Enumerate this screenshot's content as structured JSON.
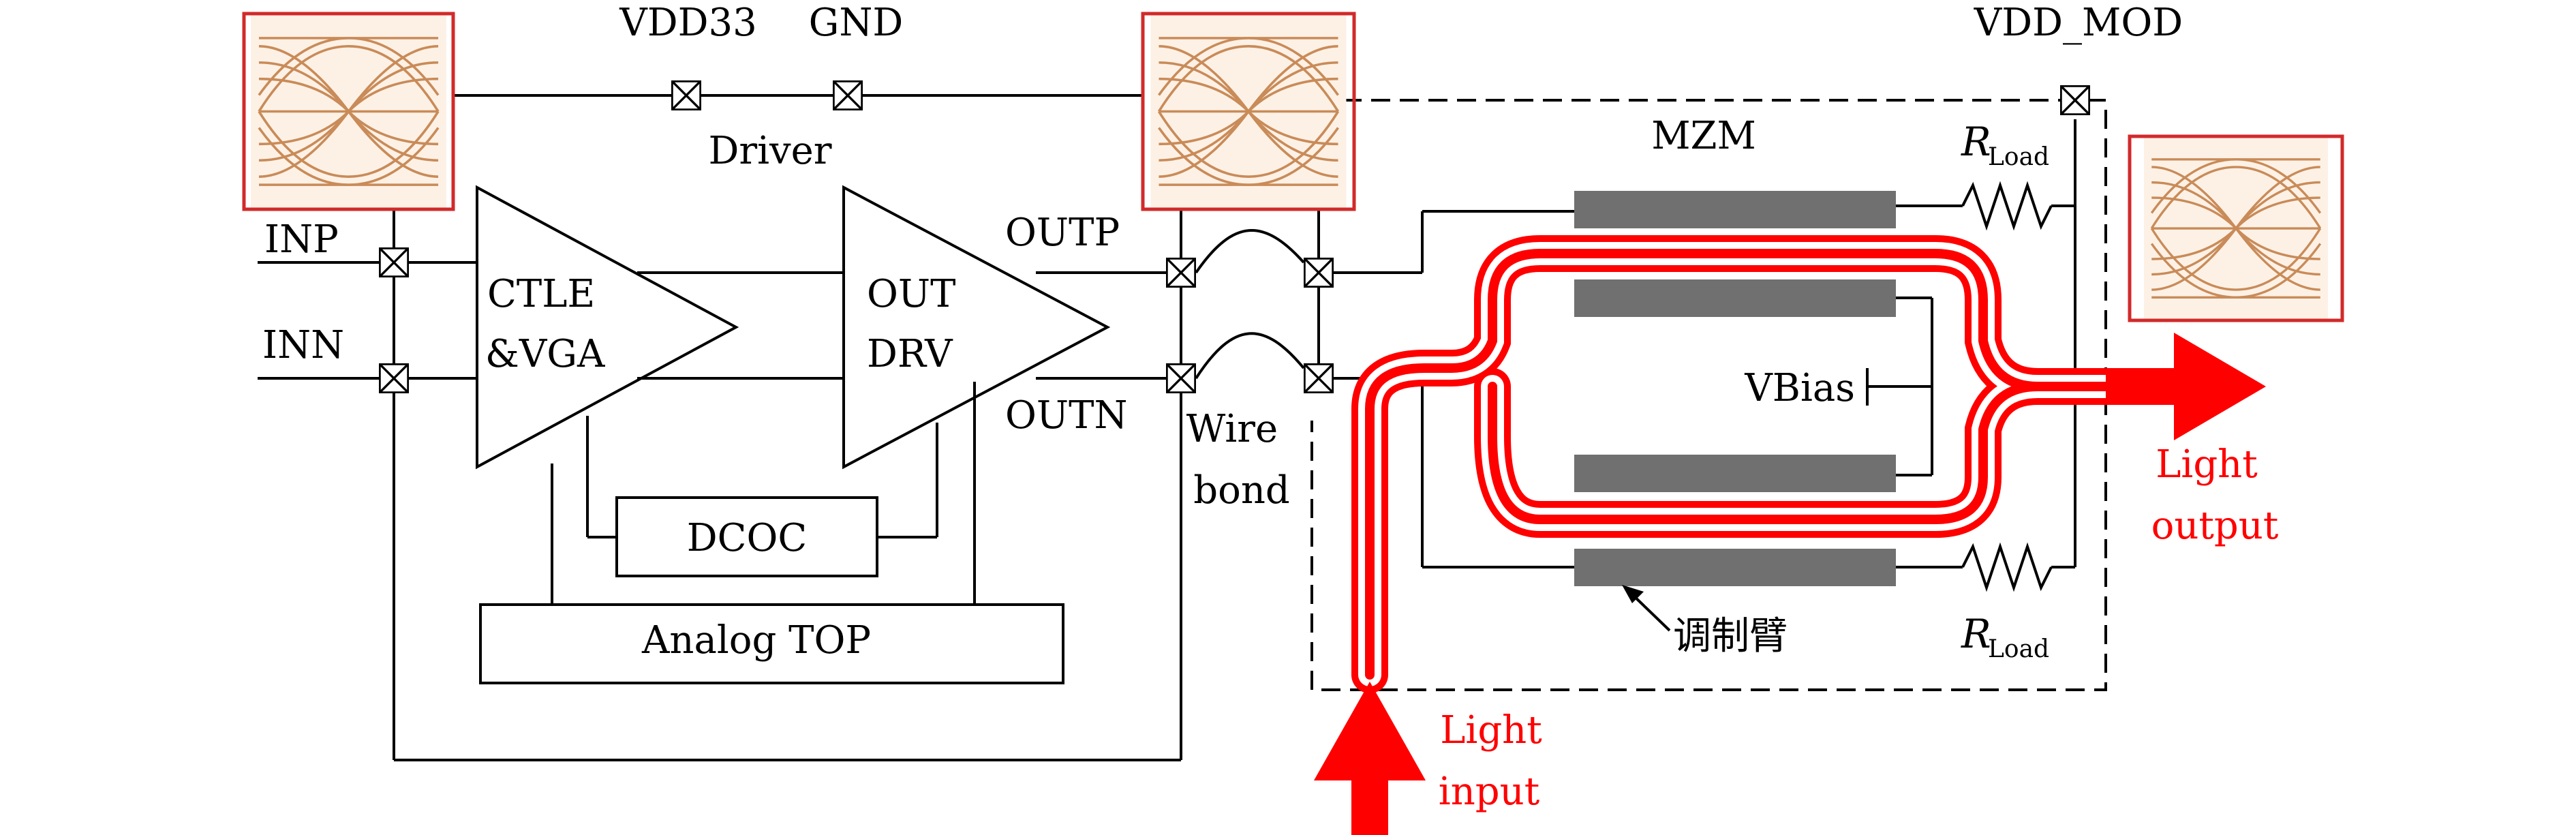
{
  "labels": {
    "vdd33": "VDD33",
    "gnd": "GND",
    "driver": "Driver",
    "vdd_mod": "VDD_MOD",
    "inp": "INP",
    "inn": "INN",
    "ctle_line1": "CTLE",
    "ctle_line2": "&VGA",
    "outdrv_line1": "OUT",
    "outdrv_line2": "DRV",
    "outp": "OUTP",
    "outn": "OUTN",
    "wire_line1": "Wire",
    "wire_line2": "bond",
    "dcoc": "DCOC",
    "analog_top": "Analog TOP",
    "mzm": "MZM",
    "vbias": "VBias",
    "rload_top_main": "R",
    "rload_top_sub": "Load",
    "rload_bottom_main": "R",
    "rload_bottom_sub": "Load",
    "modulation_arm": "调制臂",
    "light_input_line1": "Light",
    "light_input_line2": "input",
    "light_output_line1": "Light",
    "light_output_line2": "output"
  },
  "colors": {
    "line": "#000000",
    "light": "#ff0000",
    "electrode": "#707070",
    "eye_frame": "#d22a2a",
    "eye_trace": "#c07a40"
  },
  "icons": {
    "pad": "pad-cross-box-icon",
    "eye": "eye-diagram-icon",
    "resistor": "resistor-zigzag-icon"
  }
}
